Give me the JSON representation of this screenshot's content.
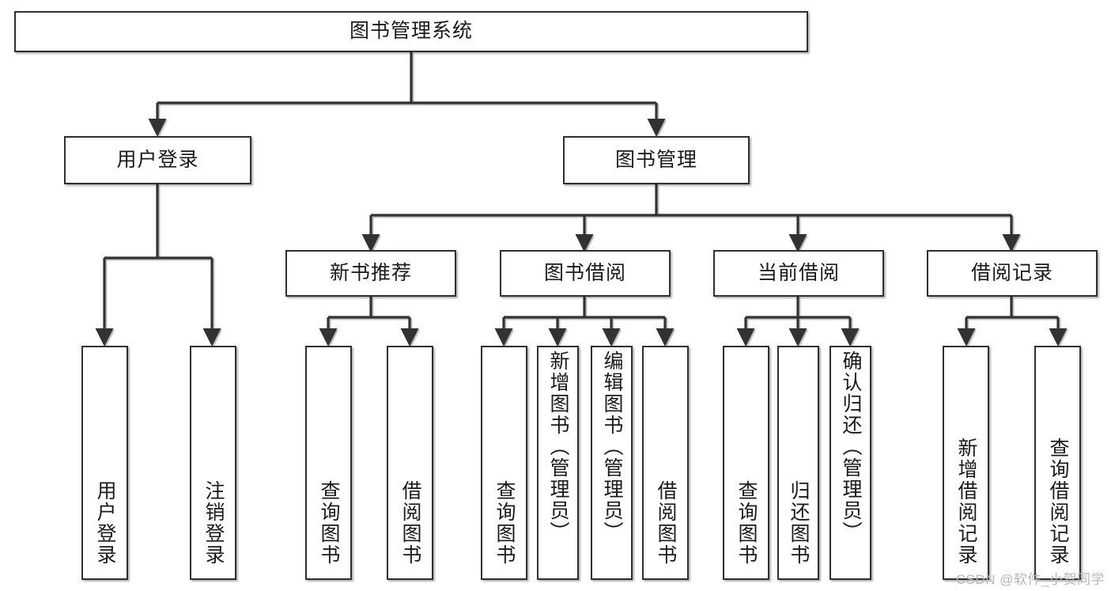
{
  "diagram": {
    "type": "tree",
    "title": "图书管理系统",
    "colors": {
      "background": "#ffffff",
      "box_stroke": "#2f2f2f",
      "connector": "#333333",
      "text": "#1a1a1a",
      "watermark": "#b7b7b7"
    },
    "root": {
      "label": "图书管理系统"
    },
    "level1": [
      {
        "label": "用户登录"
      },
      {
        "label": "图书管理"
      }
    ],
    "level2": [
      {
        "label": "新书推荐"
      },
      {
        "label": "图书借阅"
      },
      {
        "label": "当前借阅"
      },
      {
        "label": "借阅记录"
      }
    ],
    "leaves": {
      "user_login": [
        {
          "label": "用户登录"
        },
        {
          "label": "注销登录"
        }
      ],
      "new_book": [
        {
          "label": "查询图书"
        },
        {
          "label": "借阅图书"
        }
      ],
      "borrow": [
        {
          "label": "查询图书"
        },
        {
          "label": "新增图书（管理员）"
        },
        {
          "label": "编辑图书（管理员）"
        },
        {
          "label": "借阅图书"
        }
      ],
      "current": [
        {
          "label": "查询图书"
        },
        {
          "label": "归还图书"
        },
        {
          "label": "确认归还（管理员）"
        }
      ],
      "records": [
        {
          "label": "新增借阅记录"
        },
        {
          "label": "查询借阅记录"
        }
      ]
    }
  },
  "watermark": {
    "text": "CSDN @软件_小贺同学"
  }
}
